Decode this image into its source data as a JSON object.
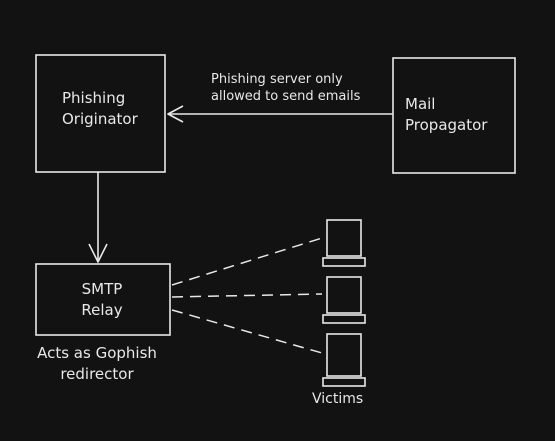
{
  "colors": {
    "background": "#121212",
    "stroke": "#e8e8e8",
    "text": "#e8e8e8"
  },
  "nodes": {
    "phishing_originator": {
      "line1": "Phishing",
      "line2": "Originator"
    },
    "mail_propagator": {
      "line1": "Mail",
      "line2": "Propagator"
    },
    "smtp_relay": {
      "line1": "SMTP",
      "line2": "Relay"
    }
  },
  "edges": {
    "propagator_to_originator": {
      "line1": "Phishing server only",
      "line2": "allowed to send emails"
    }
  },
  "annotations": {
    "relay_note": {
      "line1": "Acts as Gophish",
      "line2": "redirector"
    },
    "victims_label": "Victims"
  },
  "icons": {
    "victim_monitor": "computer-monitor-icon"
  }
}
